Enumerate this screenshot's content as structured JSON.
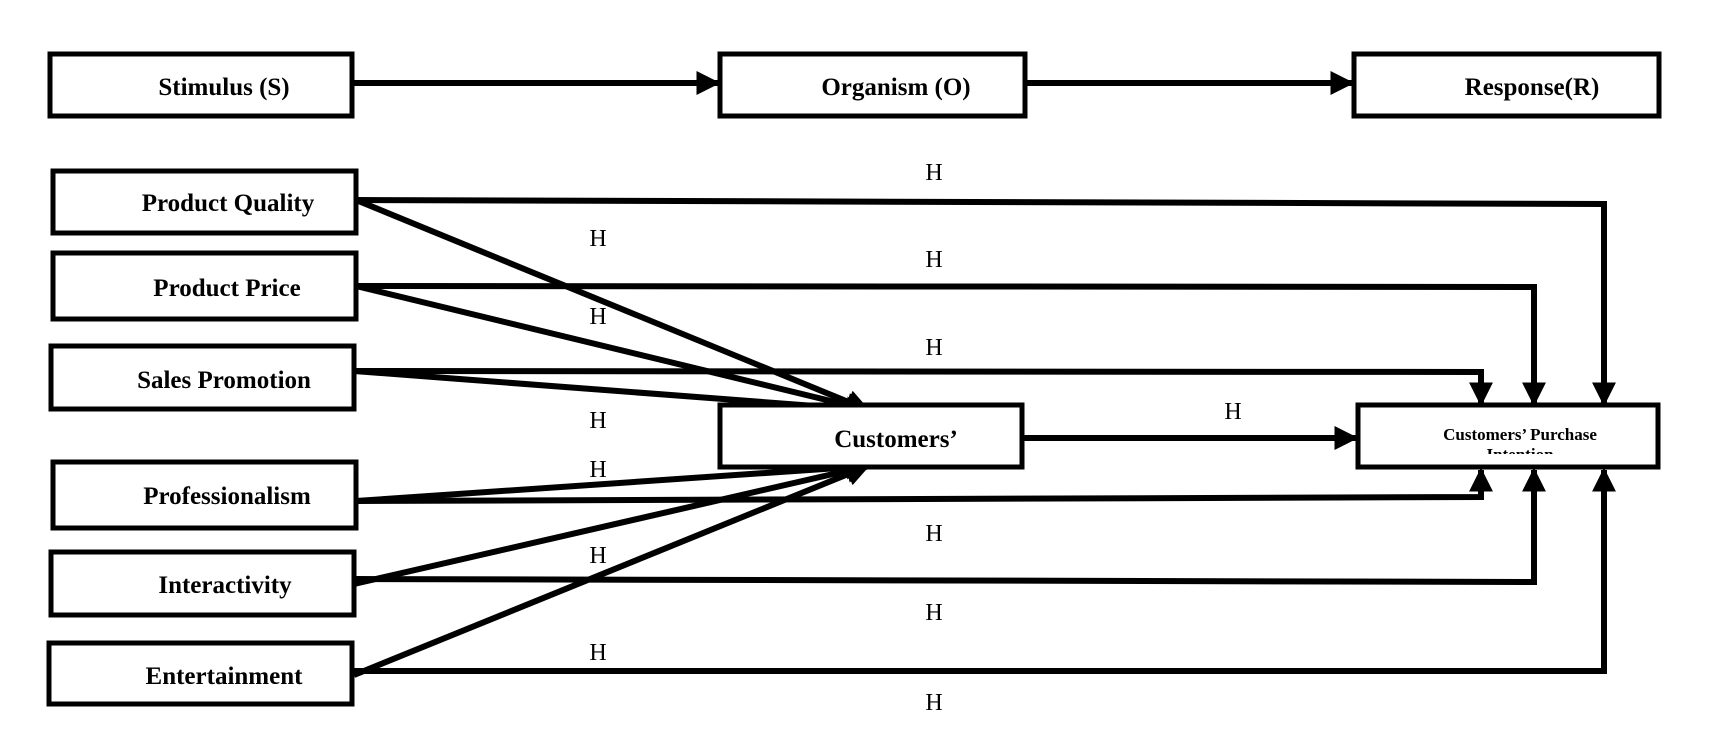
{
  "sor_header": {
    "stimulus": "Stimulus (S)",
    "organism": "Organism (O)",
    "response": "Response(R)"
  },
  "stimuli": {
    "product_quality": "Product Quality",
    "product_price": "Product Price",
    "sales_promotion": "Sales Promotion",
    "professionalism": "Professionalism",
    "interactivity": "Interactivity",
    "entertainment": "Entertainment"
  },
  "organism_box": "Customers’",
  "response_box": {
    "line1": "Customers’ Purchase",
    "line2": "Intention"
  },
  "hypothesis_label": "H",
  "colors": {
    "stroke": "#000000",
    "background": "#ffffff"
  }
}
